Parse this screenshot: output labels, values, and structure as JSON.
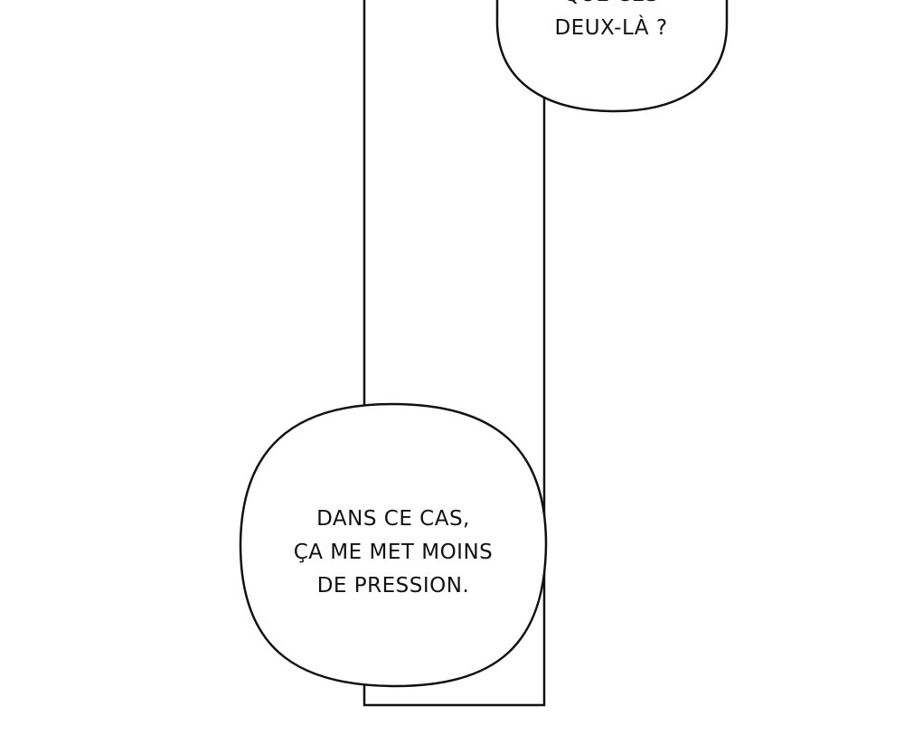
{
  "colors": {
    "background": "#ffffff",
    "ink": "#111111"
  },
  "bubbles": {
    "top": {
      "lines": [
        "QUE CES",
        "DEUX-LÀ ?"
      ]
    },
    "bottom": {
      "lines": [
        "DANS CE CAS,",
        "ÇA ME MET MOINS",
        "DE PRESSION."
      ]
    }
  }
}
